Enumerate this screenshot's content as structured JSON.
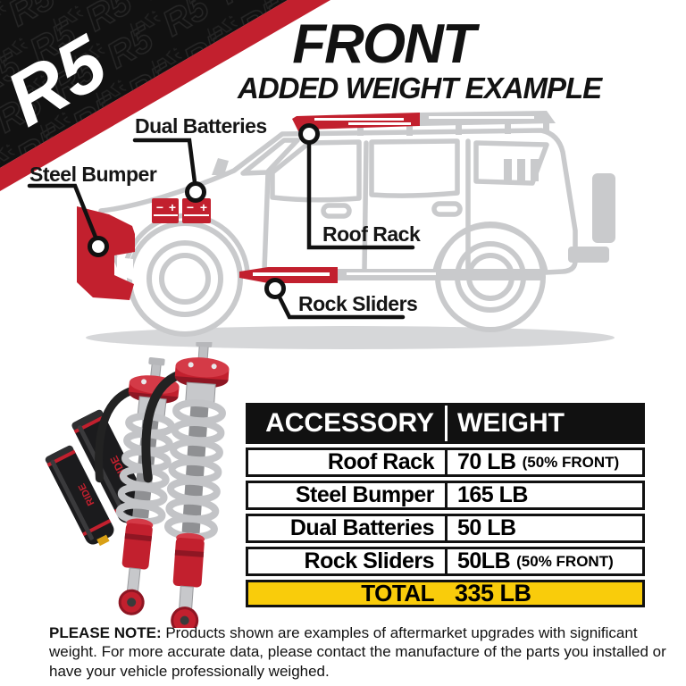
{
  "brand": {
    "logo": "R5"
  },
  "title": {
    "line1": "FRONT",
    "line2": "ADDED WEIGHT EXAMPLE"
  },
  "diagram": {
    "labels": {
      "dual_batteries": "Dual Batteries",
      "steel_bumper": "Steel Bumper",
      "roof_rack": "Roof Rack",
      "rock_sliders": "Rock Sliders"
    },
    "battery_terminals": {
      "minus": "−",
      "plus": "+"
    }
  },
  "shocks": {
    "reservoir_label": "RIDE"
  },
  "table": {
    "headers": {
      "accessory": "ACCESSORY",
      "weight": "WEIGHT"
    },
    "rows": [
      {
        "accessory": "Roof Rack",
        "weight": "70 LB",
        "note": "(50% FRONT)"
      },
      {
        "accessory": "Steel Bumper",
        "weight": "165 LB",
        "note": ""
      },
      {
        "accessory": "Dual Batteries",
        "weight": "50 LB",
        "note": ""
      },
      {
        "accessory": "Rock Sliders",
        "weight": "50LB",
        "note": "(50% FRONT)"
      }
    ],
    "total": {
      "label": "TOTAL",
      "value": "335 LB"
    }
  },
  "note": {
    "prefix": "PLEASE NOTE:",
    "body": " Products shown are examples of aftermarket upgrades with significant weight. For more accurate data, please contact the manufacture of the parts you installed or have your vehicle professionally weighed."
  },
  "colors": {
    "red": "#C2202E",
    "yellow": "#F9CC0B",
    "black": "#111111",
    "gray_line": "#C9CACC"
  }
}
